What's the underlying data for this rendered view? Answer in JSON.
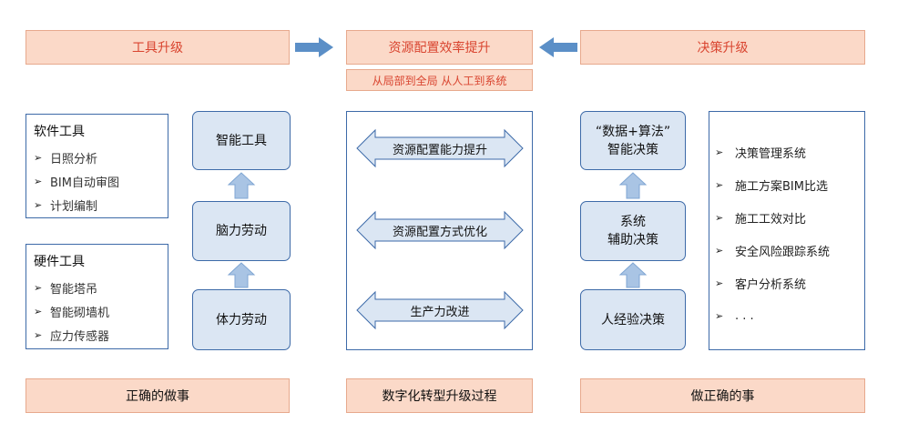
{
  "top": {
    "left_header": "工具升级",
    "center_header": "资源配置效率提升",
    "center_sub": "从局部到全局  从人工到系统",
    "right_header": "决策升级"
  },
  "left": {
    "software": {
      "title": "软件工具",
      "items": [
        "日照分析",
        "BIM自动审图",
        "计划编制"
      ]
    },
    "hardware": {
      "title": "硬件工具",
      "items": [
        "智能塔吊",
        "智能砌墙机",
        "应力传感器"
      ]
    },
    "stack": [
      "智能工具",
      "脑力劳动",
      "体力劳动"
    ]
  },
  "center": {
    "arrows": [
      "资源配置能力提升",
      "资源配置方式优化",
      "生产力改进"
    ]
  },
  "right": {
    "stack_top_line1": "“数据+算法”",
    "stack_top_line2": "智能决策",
    "stack_mid_line1": "系统",
    "stack_mid_line2": "辅助决策",
    "stack_bottom": "人经验决策",
    "systems": [
      "决策管理系统",
      "施工方案BIM比选",
      "施工工效对比",
      "安全风险跟踪系统",
      "客户分析系统",
      ". . ."
    ]
  },
  "footers": {
    "left": "正确的做事",
    "center": "数字化转型升级过程",
    "right": "做正确的事"
  },
  "colors": {
    "header_fill": "#fbd9c8",
    "header_text": "#d9442f",
    "box_fill": "#dbe6f3",
    "border_blue": "#3d6aa8",
    "arrow_blue": "#5b8fc7"
  },
  "icons": {
    "bullet": "triangle-right-icon",
    "up_arrow": "up-arrow-icon",
    "right_arrow": "right-arrow-icon",
    "left_arrow": "left-arrow-icon",
    "double_arrow": "double-arrow-icon"
  }
}
